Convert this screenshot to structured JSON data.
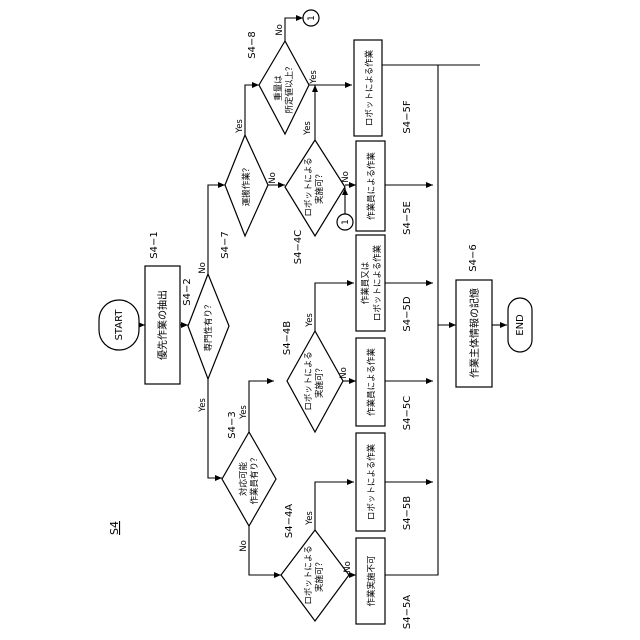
{
  "figure_label": "S4",
  "nodes": {
    "start": "START",
    "extract": "優先作業の抽出",
    "expertise": "専門性有り？",
    "capable_worker": [
      "対応可能",
      "作業員有り？"
    ],
    "robot_a": [
      "ロボットによる",
      "実施可？"
    ],
    "robot_b": [
      "ロボットによる",
      "実施可？"
    ],
    "transport": "運搬作業？",
    "robot_c": [
      "ロボットによる",
      "実施可？"
    ],
    "weight": [
      "重量は",
      "所定値以上？"
    ],
    "box_5a": "作業実施不可",
    "box_5b": "ロボットによる作業",
    "box_5c": "作業員による作業",
    "box_5d": [
      "作業員又は",
      "ロボットによる作業"
    ],
    "box_5e": "作業員による作業",
    "box_5f": "ロボットによる作業",
    "store": "作業主体情報の記憶",
    "end": "END",
    "connector": "1"
  },
  "refs": {
    "s4_1": "S4−1",
    "s4_2": "S4−2",
    "s4_3": "S4−3",
    "s4_4a": "S4−4A",
    "s4_4b": "S4−4B",
    "s4_4c": "S4−4C",
    "s4_5a": "S4−5A",
    "s4_5b": "S4−5B",
    "s4_5c": "S4−5C",
    "s4_5d": "S4−5D",
    "s4_5e": "S4−5E",
    "s4_5f": "S4−5F",
    "s4_6": "S4−6",
    "s4_7": "S4−7",
    "s4_8": "S4−8"
  },
  "branch_labels": {
    "yes": "Yes",
    "no": "No"
  }
}
